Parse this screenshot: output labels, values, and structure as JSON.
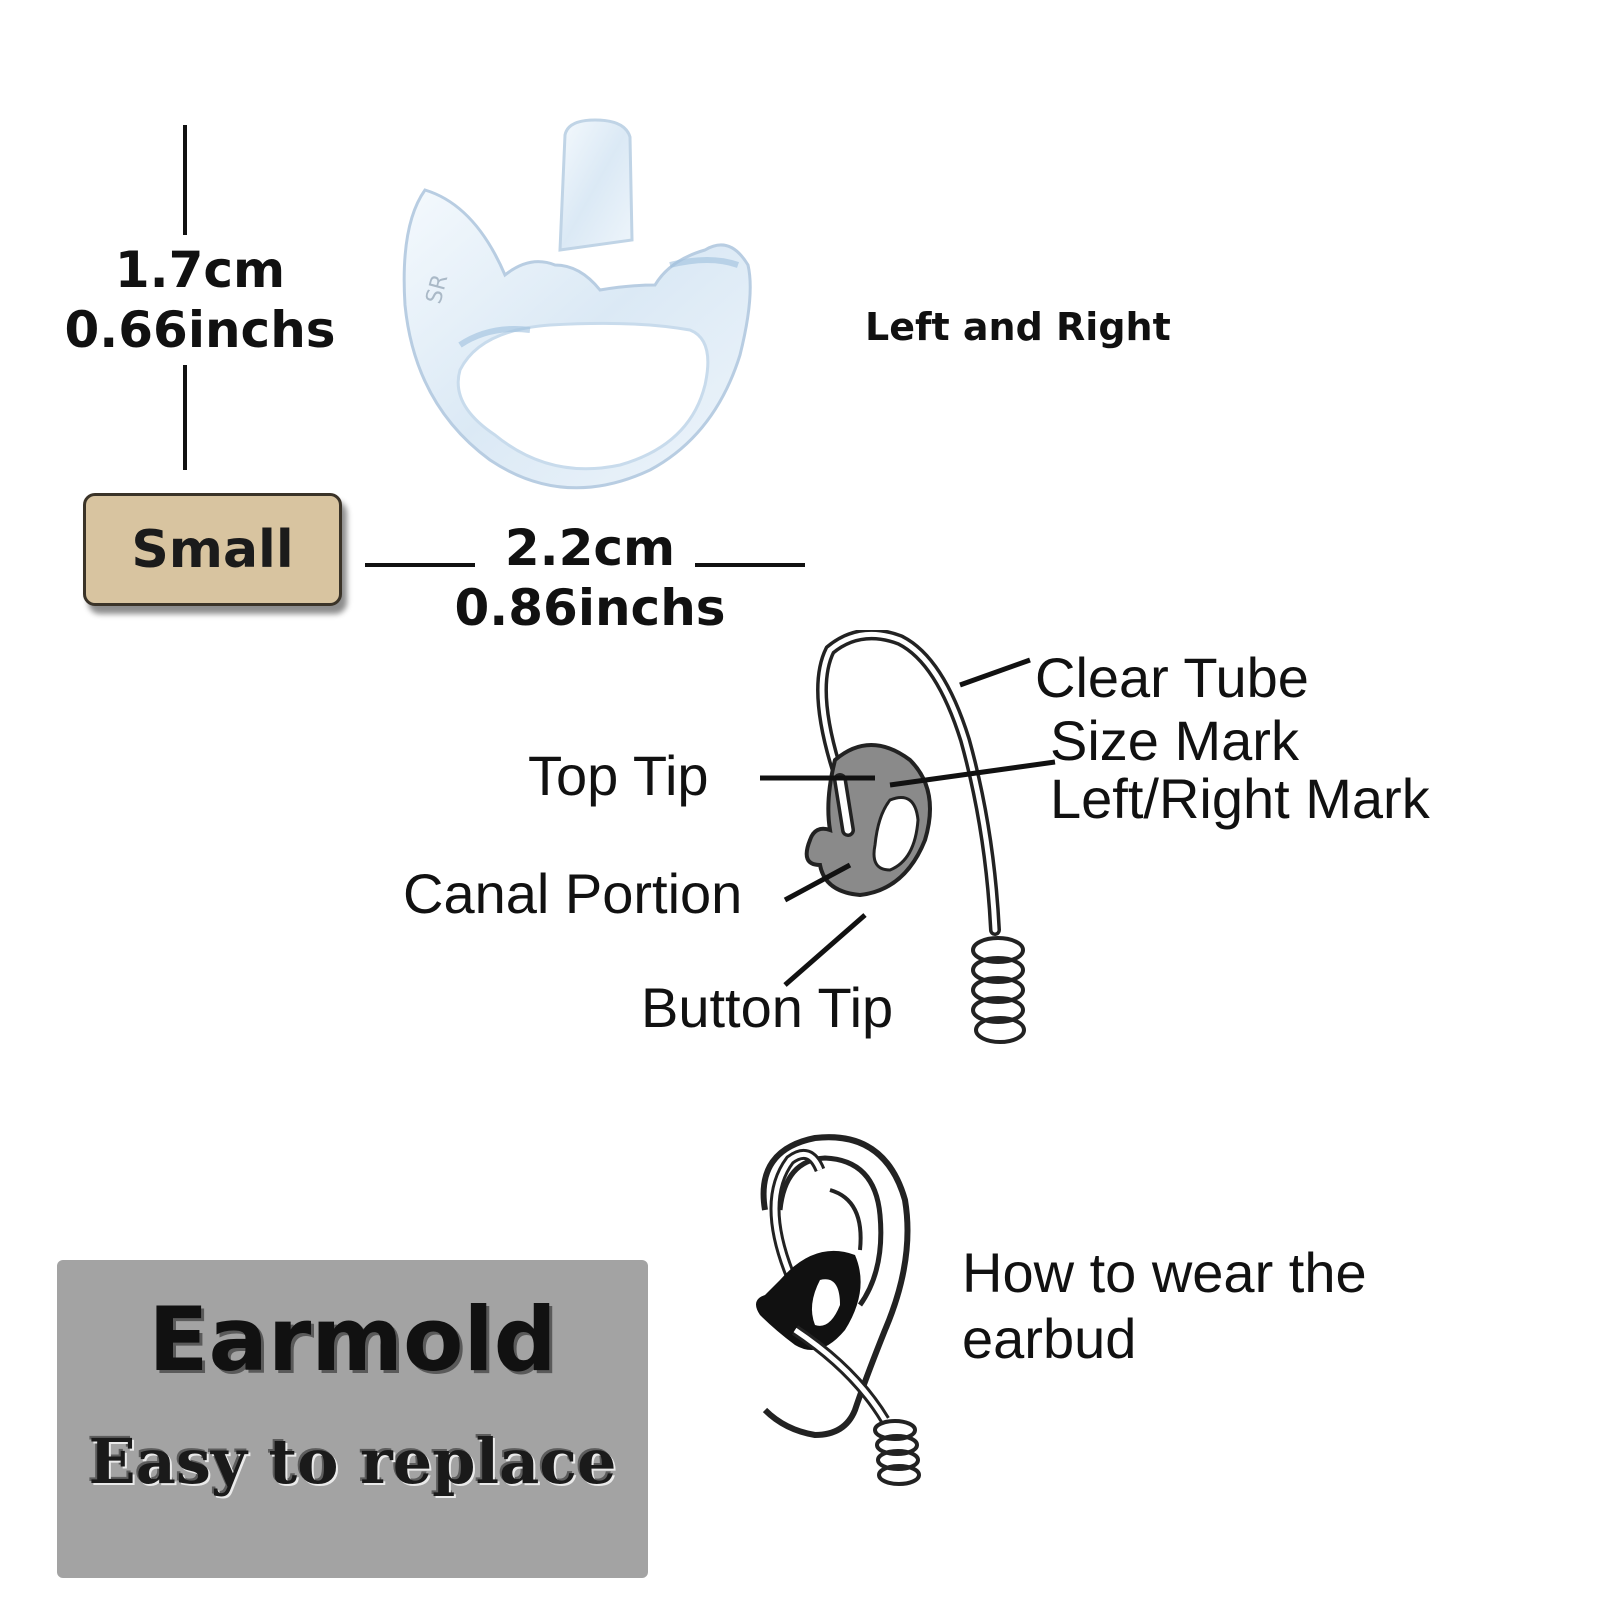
{
  "dimensions": {
    "height_cm": "1.7cm",
    "height_in": "0.66inchs",
    "width_cm": "2.2cm",
    "width_in": "0.86inchs"
  },
  "size_badge": "Small",
  "side_label": "Left and Right",
  "size_mark_on_mold": "SR",
  "diagram_labels": {
    "clear_tube": "Clear Tube",
    "size_mark": "Size Mark",
    "left_right_mark": "Left/Right Mark",
    "top_tip": "Top Tip",
    "canal_portion": "Canal Portion",
    "button_tip": "Button Tip"
  },
  "wear_instruction": {
    "line1": "How to wear the",
    "line2": "earbud"
  },
  "promo": {
    "title": "Earmold",
    "subtitle": "Easy to replace",
    "background": "#a3a3a3"
  },
  "colors": {
    "badge_bg": "#d8c4a0",
    "mold_tint": "#cfe2f2"
  }
}
